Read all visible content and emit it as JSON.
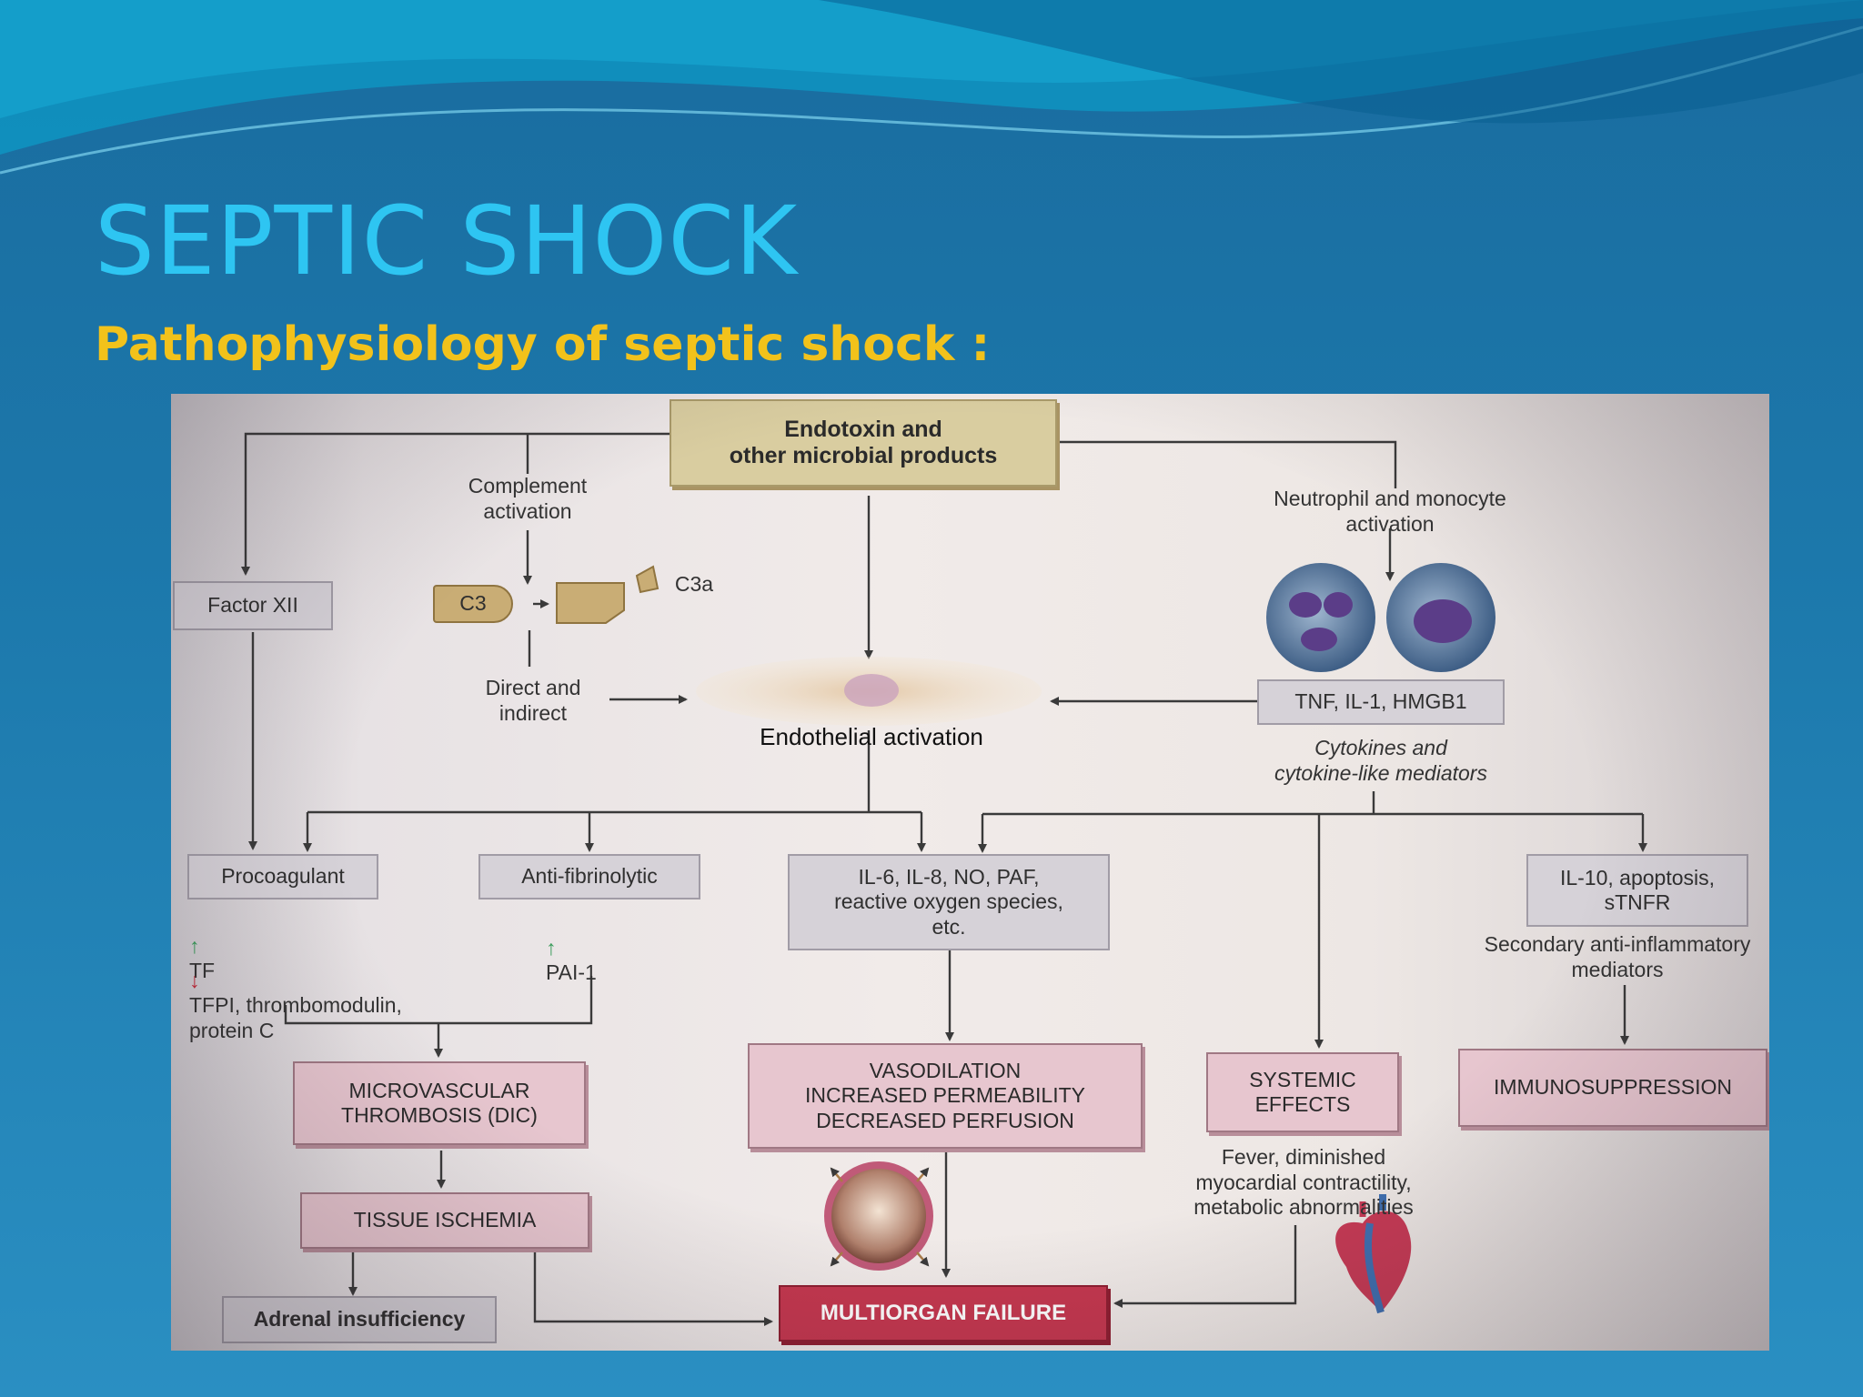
{
  "slide": {
    "title": "SEPTIC SHOCK",
    "subtitle": "Pathophysiology of septic shock :"
  },
  "diagram": {
    "endotoxin": "Endotoxin and\nother microbial products",
    "complement": "Complement\nactivation",
    "neutrophil": "Neutrophil and monocyte\nactivation",
    "factor_xii": "Factor XII",
    "c3": "C3",
    "c3a": "C3a",
    "direct_indirect": "Direct and\nindirect",
    "endothelial": "Endothelial activation",
    "tnf": "TNF, IL-1, HMGB1",
    "cytokines": "Cytokines and\ncytokine-like mediators",
    "procoagulant": "Procoagulant",
    "antifibrinolytic": "Anti-fibrinolytic",
    "mediators": "IL-6, IL-8, NO, PAF,\nreactive oxygen species,\netc.",
    "il10": "IL-10, apoptosis,\nsTNFR",
    "secondary": "Secondary anti-inflammatory\nmediators",
    "tf_text": "TF",
    "tfpi_text": "TFPI, thrombomodulin,\nprotein C",
    "pai_text": "PAI-1",
    "up_arrow": "↑",
    "down_arrow": "↓",
    "microvascular": "MICROVASCULAR\nTHROMBOSIS (DIC)",
    "vasodilation": "VASODILATION\nINCREASED PERMEABILITY\nDECREASED PERFUSION",
    "systemic": "SYSTEMIC\nEFFECTS",
    "immuno": "IMMUNOSUPPRESSION",
    "fever": "Fever, diminished\nmyocardial contractility,\nmetabolic abnormalities",
    "tissue": "TISSUE ISCHEMIA",
    "adrenal": "Adrenal insufficiency",
    "multiorgan": "MULTIORGAN FAILURE"
  },
  "colors": {
    "title": "#2ec5f2",
    "subtitle": "#f2c21b",
    "arrow": "#3a3a3a",
    "box_pink": "#e7c6cf",
    "box_red": "#c5374f",
    "box_tan": "#d9cda0"
  }
}
